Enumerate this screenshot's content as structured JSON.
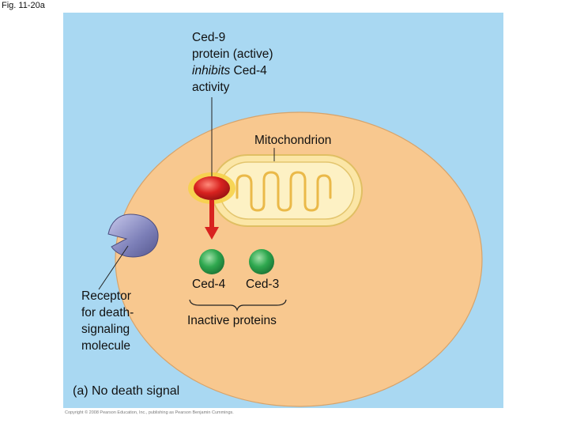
{
  "figure_label": "Fig. 11-20a",
  "ced9": {
    "line1": "Ced-9",
    "line2": "protein (active)",
    "line3_emph": "inhibits",
    "line3_rest": " Ced-4",
    "line4": "activity"
  },
  "mitochondrion_label": "Mitochondrion",
  "ced4_label": "Ced-4",
  "ced3_label": "Ced-3",
  "inactive_label": "Inactive proteins",
  "receptor": {
    "line1": "Receptor",
    "line2": "for death-",
    "line3": "signaling",
    "line4": "molecule"
  },
  "caption": "(a) No death signal",
  "copyright": "Copyright © 2008 Pearson Education, Inc., publishing as Pearson Benjamin Cummings.",
  "colors": {
    "panel": "#a9d8f2",
    "cell": "#f8c88f",
    "mitochondrion": "#fbe6a6",
    "ced9": "#d8221f",
    "ced9_halo": "#f6d24a",
    "ced4_ced3": "#2fa84f",
    "receptor": "#7c7fb8",
    "arrow": "#d8221f"
  }
}
